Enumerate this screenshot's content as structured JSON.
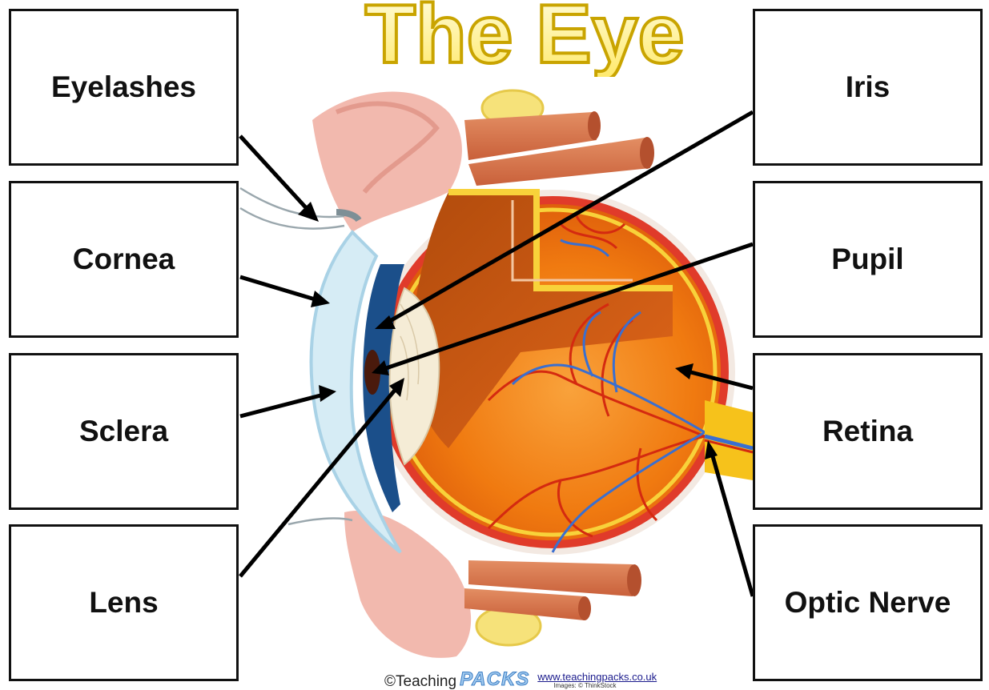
{
  "title": "The Eye",
  "labels": {
    "eyelashes": "Eyelashes",
    "cornea": "Cornea",
    "sclera": "Sclera",
    "lens": "Lens",
    "iris": "Iris",
    "pupil": "Pupil",
    "retina": "Retina",
    "optic_nerve": "Optic Nerve"
  },
  "footer": {
    "copyright": "©Teaching",
    "brand": "PACKS",
    "url": "www.teachingpacks.co.uk",
    "credit": "Images: © ThinkStock"
  },
  "colors": {
    "title_fill": "#fff7b0",
    "title_stroke": "#c9a400",
    "eyeball_orange": "#f07a10",
    "vessel_red": "#d42a10",
    "vessel_blue": "#3a6fd0",
    "optic_nerve_yellow": "#f6c21b"
  }
}
